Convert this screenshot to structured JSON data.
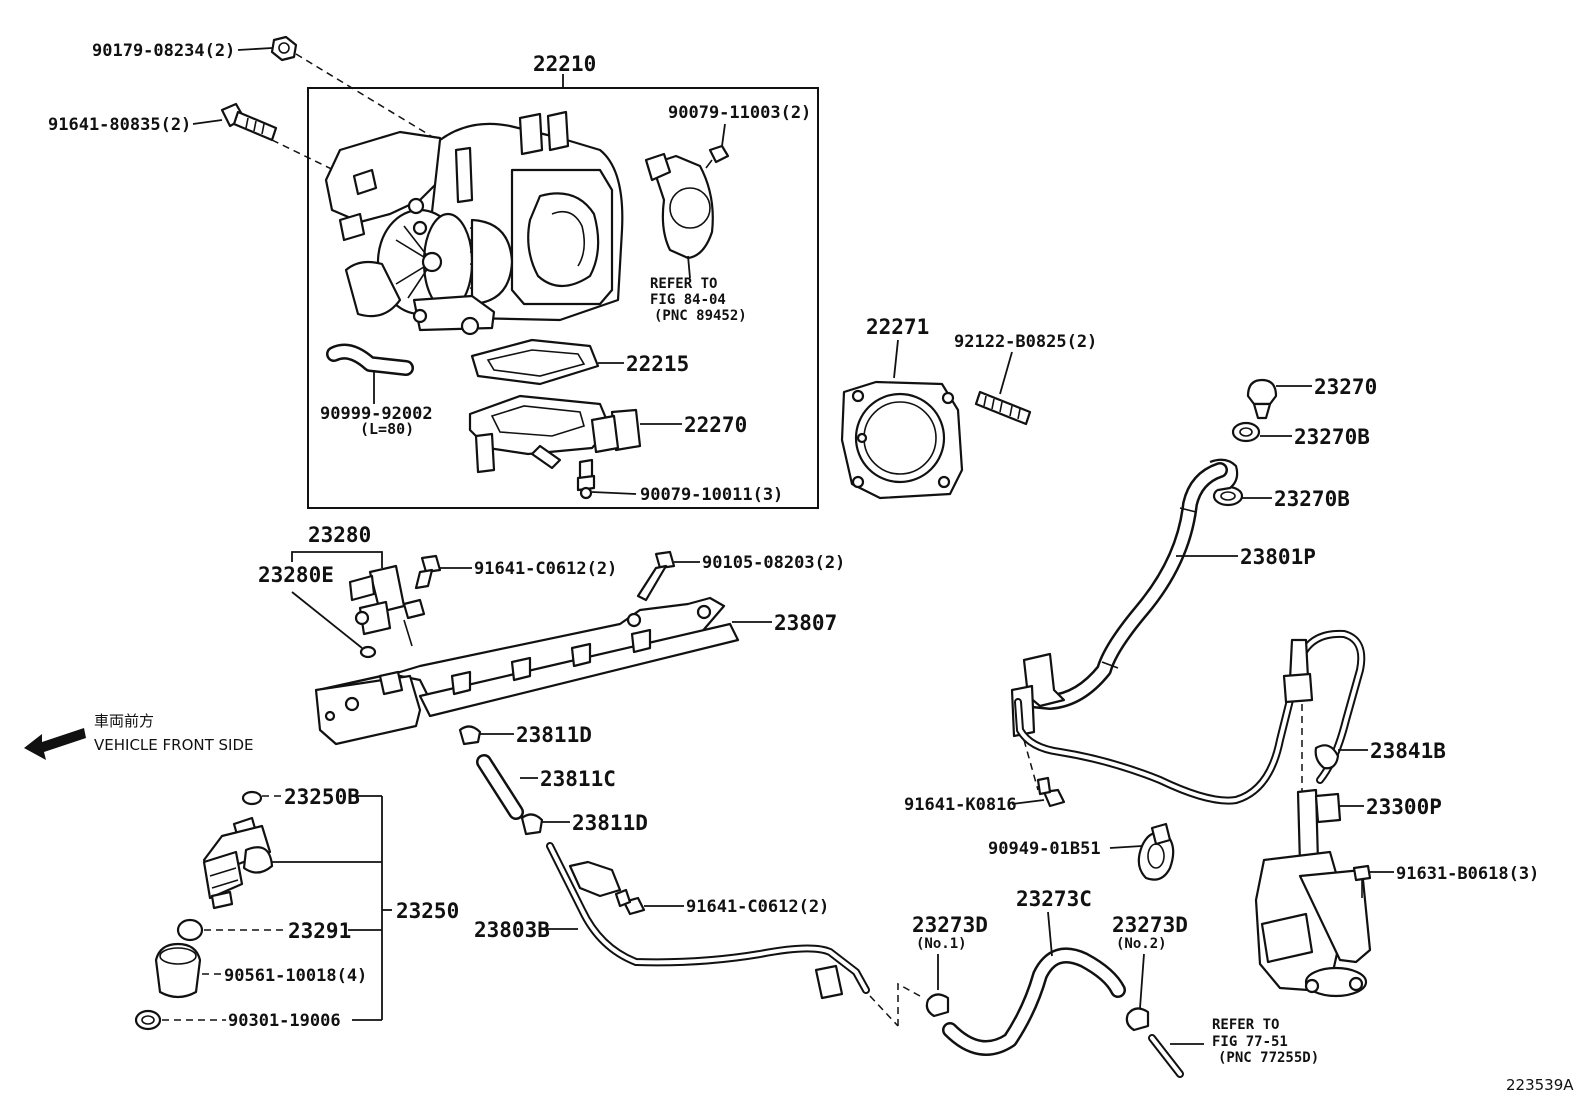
{
  "diagram_id": "223539A",
  "vehicle_front": {
    "jp": "車両前方",
    "en": "VEHICLE FRONT SIDE"
  },
  "labels": {
    "p22210": "22210",
    "p90179": "90179-08234(2)",
    "p91641_80835": "91641-80835(2)",
    "p90079_11003": "90079-11003(2)",
    "ref84_l1": "REFER TO",
    "ref84_l2": "FIG 84-04",
    "ref84_l3": "(PNC 89452)",
    "p22215": "22215",
    "p90999": "90999-92002",
    "p90999_len": "(L=80)",
    "p22270": "22270",
    "p90079_10011": "90079-10011(3)",
    "p22271": "22271",
    "p92122": "92122-B0825(2)",
    "p23270": "23270",
    "p23270B_a": "23270B",
    "p23270B_b": "23270B",
    "p23801P": "23801P",
    "p23280": "23280",
    "p23280E": "23280E",
    "p91641_C0612_a": "91641-C0612(2)",
    "p90105": "90105-08203(2)",
    "p23807": "23807",
    "p23811D_a": "23811D",
    "p23811C": "23811C",
    "p23811D_b": "23811D",
    "p23250B": "23250B",
    "p23291": "23291",
    "p23250": "23250",
    "p90561": "90561-10018(4)",
    "p90301": "90301-19006",
    "p23803B": "23803B",
    "p91641_C0612_b": "91641-C0612(2)",
    "p91641_K0816": "91641-K0816",
    "p90949": "90949-01B51",
    "p23841B": "23841B",
    "p23300P": "23300P",
    "p91631": "91631-B0618(3)",
    "p23273D_1": "23273D",
    "p23273D_1_no": "(No.1)",
    "p23273C": "23273C",
    "p23273D_2": "23273D",
    "p23273D_2_no": "(No.2)",
    "ref77_l1": "REFER TO",
    "ref77_l2": "FIG 77-51",
    "ref77_l3": "(PNC 77255D)"
  }
}
